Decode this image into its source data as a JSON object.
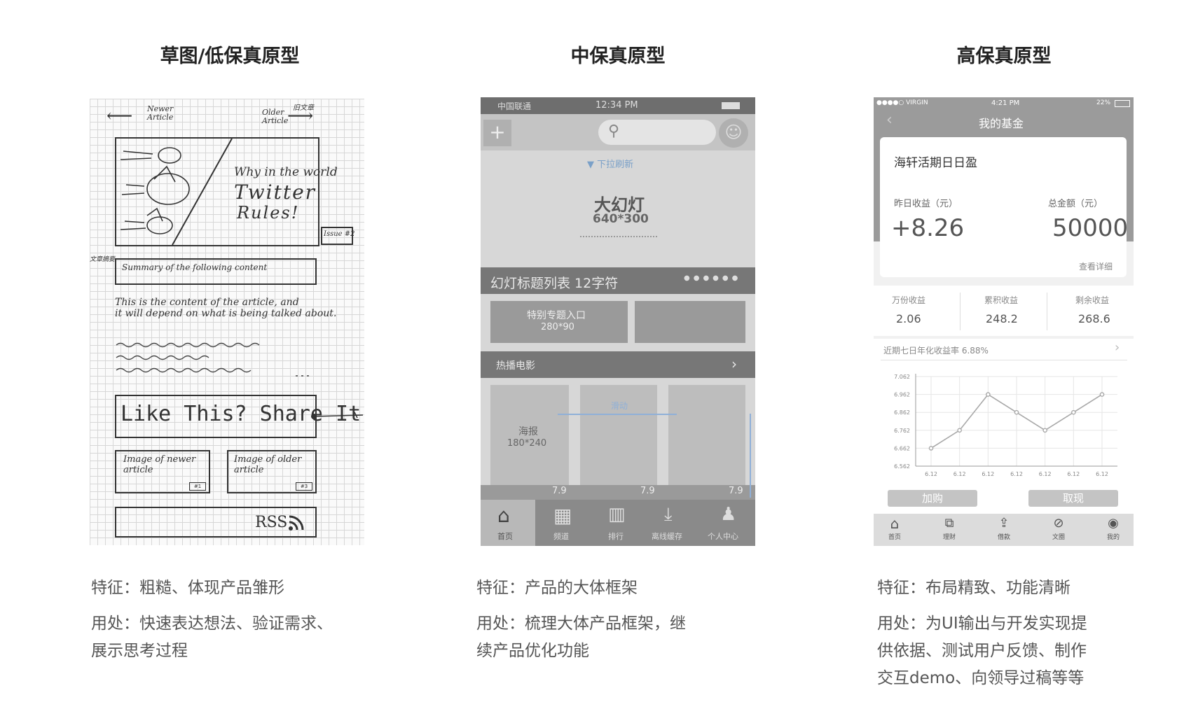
{
  "columns": [
    {
      "title": "草图/低保真原型",
      "feature": "特征：粗糙、体现产品雏形",
      "usage": [
        "用处：快速表达想法、验证需求、",
        "展示思考过程"
      ]
    },
    {
      "title": "中保真原型",
      "feature": "特征：产品的大体框架",
      "usage": [
        "用处：梳理大体产品框架，继",
        "续产品优化功能"
      ]
    },
    {
      "title": "高保真原型",
      "feature": "特征：布局精致、功能清晰",
      "usage": [
        "用处：为UI输出与开发实现提",
        "供依据、测试用户反馈、制作",
        "交互demo、向领导过稿等等"
      ]
    }
  ],
  "sketch": {
    "nav_newer": [
      "Newer",
      "Article"
    ],
    "nav_older": [
      "Older",
      "Article"
    ],
    "older_note": "旧文章",
    "headline": [
      "Why in the world",
      "Twitter",
      "Rules!"
    ],
    "issue": "Issue #2",
    "summary_note": "文章摘要",
    "summary": "Summary of the following content",
    "body": [
      "This is the content of the article, and",
      "it will depend on what is being talked about."
    ],
    "share": "Like This? Share It!",
    "img_newer": [
      "Image of newer",
      "article"
    ],
    "img_older": [
      "Image of older",
      "article"
    ],
    "tag_newer": "#1",
    "tag_older": "#3",
    "rss": "RSS"
  },
  "mid": {
    "status_carrier": "中国联通",
    "status_time": "12:34 PM",
    "pull_hint": "▼ 下拉刷新",
    "banner_title": "大幻灯",
    "banner_size": "640*300",
    "banner_caption": "幻灯标题列表 12字符",
    "entry_label": "特别专题入口",
    "entry_size": "280*90",
    "section": "热播电影",
    "poster_label": "海报",
    "poster_size": "180*240",
    "swipe_label": "滑动",
    "scores": [
      "7.9",
      "7.9",
      "7.9"
    ],
    "tabs": [
      "首页",
      "频道",
      "排行",
      "离线缓存",
      "个人中心"
    ]
  },
  "high": {
    "status_carrier": "●●●●○ VIRGIN",
    "status_time": "4:21 PM",
    "status_battery": "22%",
    "nav_title": "我的基金",
    "fund_name": "海轩活期日日盈",
    "yesterday_label": "昨日收益（元）",
    "yesterday_value": "+8.26",
    "total_label": "总金额（元）",
    "total_value": "50000",
    "detail_link": "查看详细",
    "stats": [
      {
        "label": "万份收益",
        "value": "2.06"
      },
      {
        "label": "累积收益",
        "value": "248.2"
      },
      {
        "label": "剩余收益",
        "value": "268.6"
      }
    ],
    "rate_text": "近期七日年化收益率 6.88%",
    "buy_button": "加购",
    "withdraw_button": "取现",
    "tabs": [
      "首页",
      "理财",
      "借款",
      "文圈",
      "我的"
    ]
  },
  "chart_data": {
    "type": "line",
    "x": [
      "6.12",
      "6.12",
      "6.12",
      "6.12",
      "6.12",
      "6.12",
      "6.12"
    ],
    "y_ticks": [
      "7.062",
      "6.962",
      "6.862",
      "6.762",
      "6.662",
      "6.562"
    ],
    "values": [
      6.662,
      6.762,
      6.962,
      6.862,
      6.762,
      6.862,
      6.962
    ],
    "ylim": [
      6.562,
      7.062
    ],
    "grid": true,
    "color": "#a8a8a8"
  }
}
